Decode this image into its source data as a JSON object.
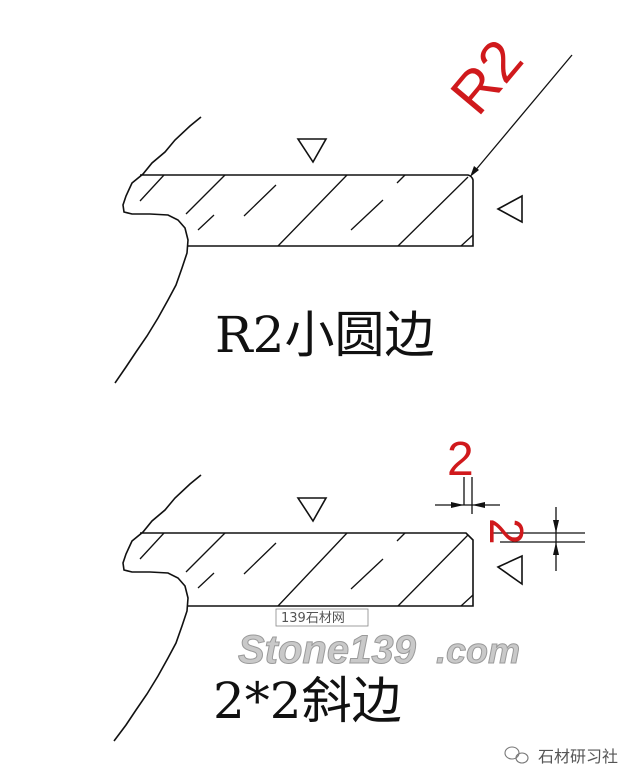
{
  "figure1": {
    "caption": "R2小圆边",
    "radius_label": "R2"
  },
  "figure2": {
    "caption": "2*2斜边",
    "dim_horizontal": "2",
    "dim_vertical": "2"
  },
  "watermark": {
    "main": "Stone139",
    "suffix": ".com",
    "tag": "139石材网"
  },
  "brand": {
    "icon": "wechat-icon",
    "name": "石材研习社"
  },
  "colors": {
    "dimension_red": "#d0191c",
    "line": "#111111"
  }
}
